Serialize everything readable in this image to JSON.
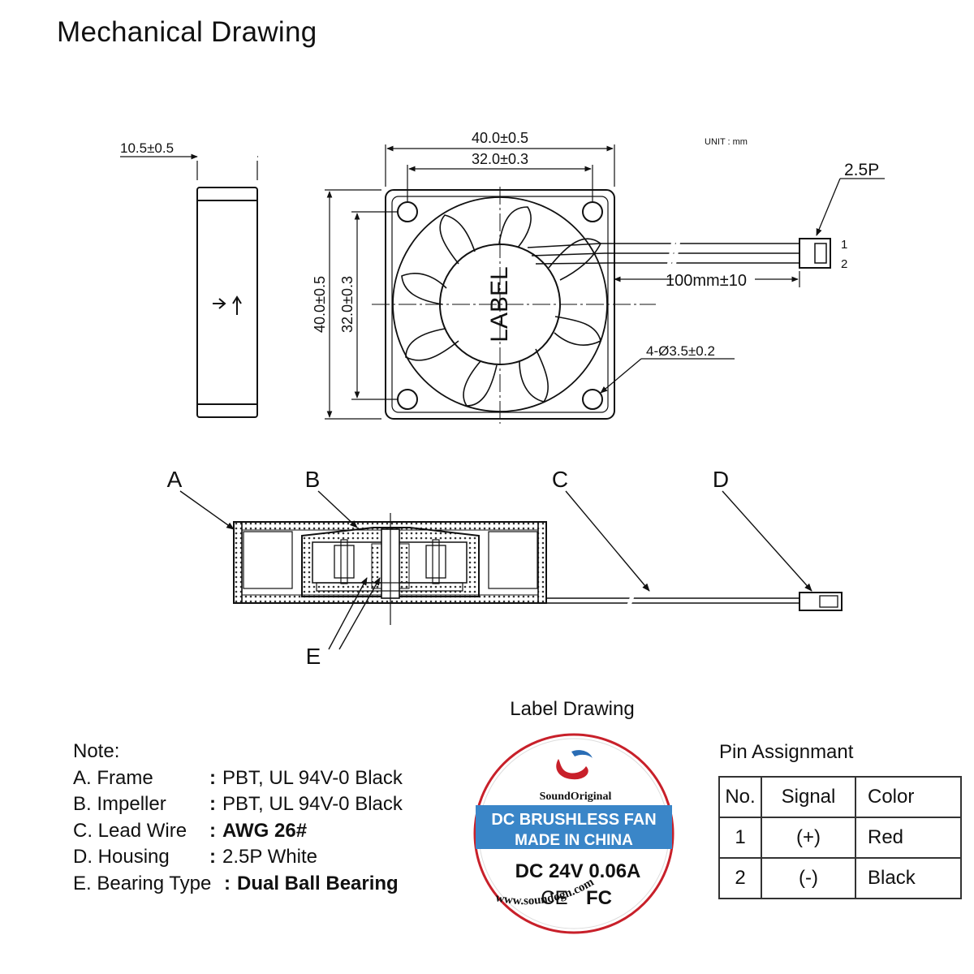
{
  "title": "Mechanical Drawing",
  "unit_note": "UNIT : mm",
  "dimensions": {
    "thickness": "10.5±0.5",
    "frame_width": "40.0±0.5",
    "hole_spacing_h": "32.0±0.3",
    "frame_height": "40.0±0.5",
    "hole_spacing_v": "32.0±0.3",
    "wire_length": "100mm±10",
    "holes": "4-Ø3.5±0.2",
    "connector": "2.5P",
    "pin1": "1",
    "pin2": "2",
    "hub_label": "LABEL"
  },
  "callouts": {
    "a": "A",
    "b": "B",
    "c": "C",
    "d": "D",
    "e": "E"
  },
  "notes": {
    "heading": "Note:",
    "items": [
      {
        "key": "A. Frame",
        "sep": ":",
        "value": "PBT, UL 94V-0 Black"
      },
      {
        "key": "B. Impeller",
        "sep": ":",
        "value": "PBT, UL 94V-0 Black"
      },
      {
        "key": "C. Lead Wire",
        "sep": ":",
        "value": "AWG 26#"
      },
      {
        "key": "D. Housing",
        "sep": ":",
        "value": "2.5P White"
      },
      {
        "key": "E. Bearing Type",
        "sep": ":",
        "value": "Dual Ball Bearing"
      }
    ]
  },
  "label_drawing": {
    "title": "Label Drawing",
    "brand": "SoundOriginal",
    "line1": "DC BRUSHLESS FAN",
    "line2": "MADE IN CHINA",
    "rating": "DC 24V 0.06A",
    "ce": "CE",
    "fc": "FC",
    "website": "www.soundogn.com",
    "band_color": "#3a86c8",
    "logo_red": "#c8202a",
    "logo_blue": "#2a6db5"
  },
  "pin_assignment": {
    "title": "Pin Assignmant",
    "headers": [
      "No.",
      "Signal",
      "Color"
    ],
    "rows": [
      [
        "1",
        "(+)",
        "Red"
      ],
      [
        "2",
        "(-)",
        "Black"
      ]
    ]
  }
}
